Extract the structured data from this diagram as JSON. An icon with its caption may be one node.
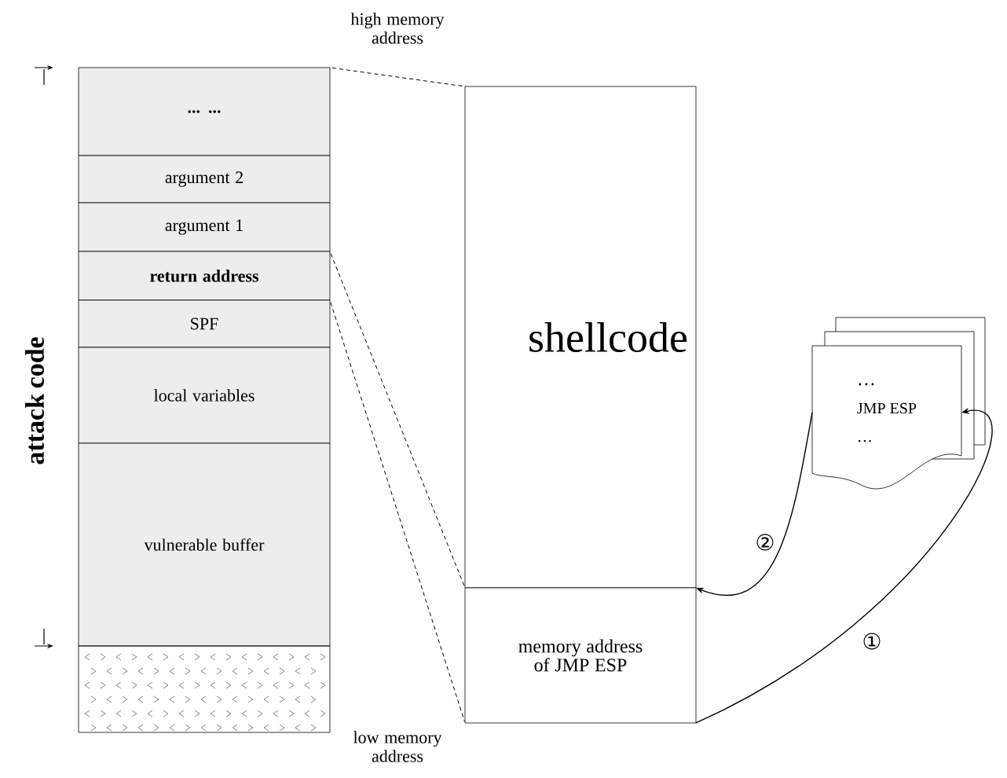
{
  "diagram": {
    "nodes": [
      {
        "text": [
          "... ..."
        ]
      },
      {
        "text": [
          "argument 2"
        ]
      },
      {
        "text": [
          "argument 1"
        ]
      },
      {
        "text": [
          "return address"
        ]
      },
      {
        "text": [
          "SPF"
        ]
      },
      {
        "text": [
          "local variables"
        ]
      },
      {
        "text": [
          "vulnerable buffer"
        ]
      },
      {
        "text": [],
        "shape": "box"
      },
      {
        "text": [
          "shellcode"
        ]
      },
      {
        "text": [
          "memory address of JMP ESP"
        ]
      },
      {
        "text": [
          "…",
          "JMP ESP",
          "…"
        ]
      }
    ],
    "edges": [
      {
        "from": 9,
        "to": 10,
        "arrow": "to",
        "label": "①"
      },
      {
        "from": 10,
        "to": 9,
        "arrow": "to",
        "label": "②"
      },
      {
        "from": 0,
        "to": 8,
        "arrow": "none",
        "style": "dashed"
      },
      {
        "from": 3,
        "to": 9,
        "arrow": "none",
        "style": "dashed"
      },
      {
        "from": 3,
        "to": 9,
        "arrow": "none",
        "style": "dashed"
      }
    ],
    "labels": [
      "high memory address",
      "attack code",
      "low memory address"
    ]
  }
}
